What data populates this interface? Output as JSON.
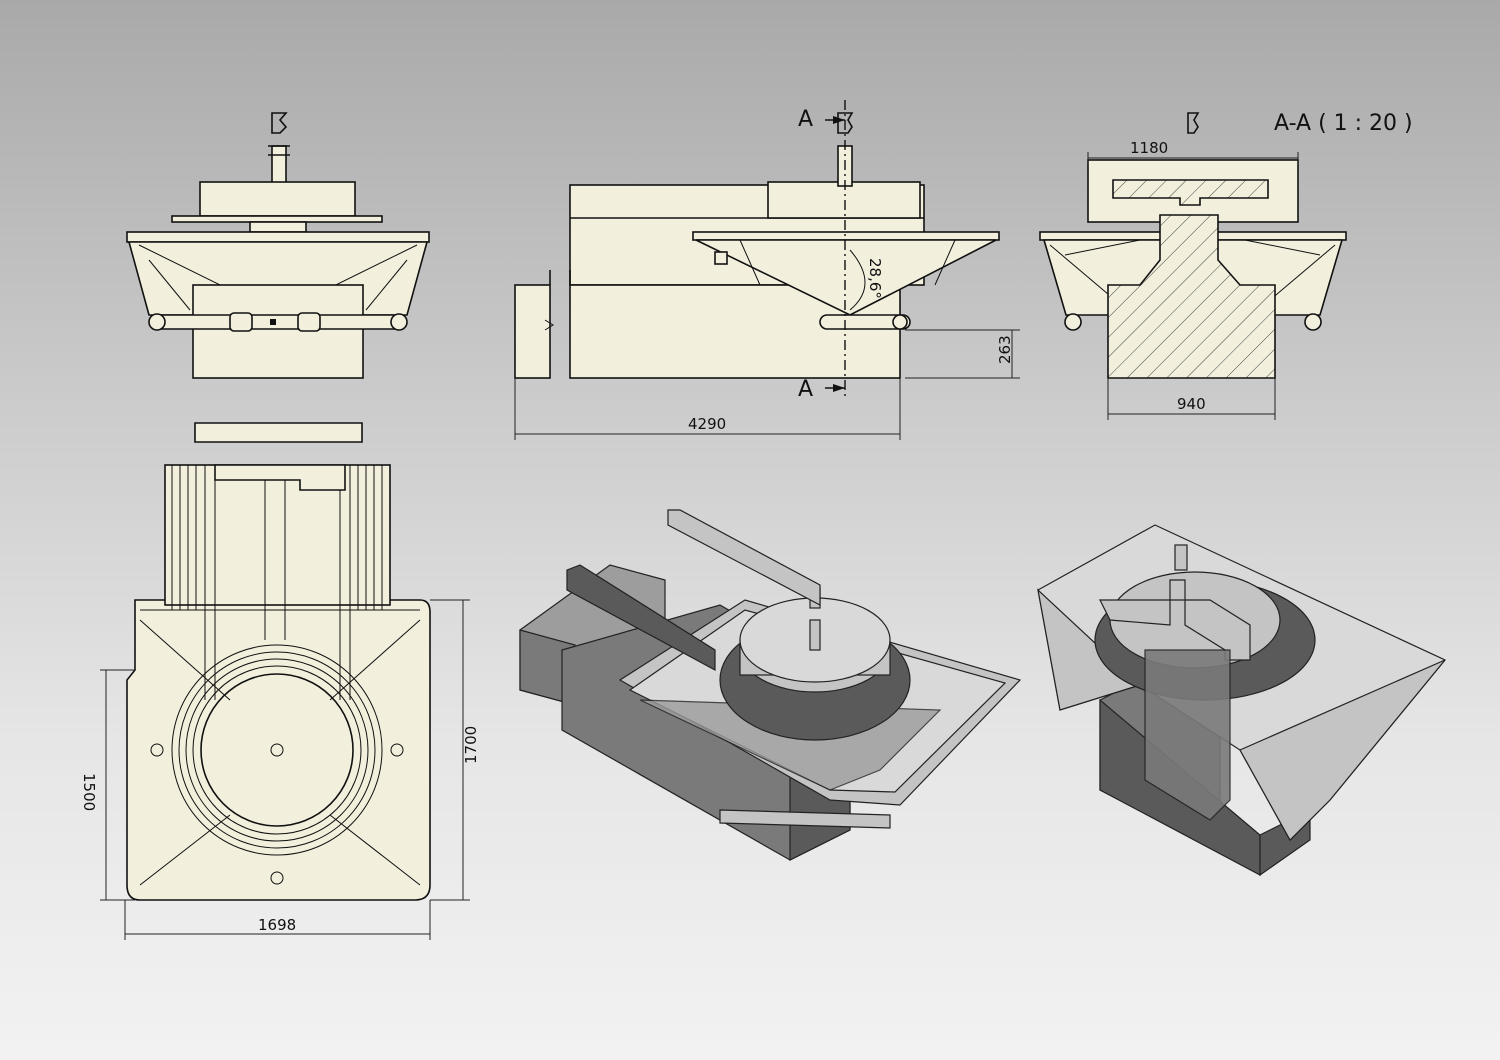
{
  "section_title": "A-A ( 1 : 20 )",
  "section_marker": "A",
  "dimensions": {
    "length": "4290",
    "height_263": "263",
    "angle": "28,6°",
    "section_width_top": "1180",
    "section_width_bottom": "940",
    "plan_width": "1698",
    "plan_depth": "1700",
    "plan_inner": "1500"
  },
  "colors": {
    "background_top": "#a9a9a9",
    "part_fill": "#f2efdc",
    "line": "#111111"
  }
}
